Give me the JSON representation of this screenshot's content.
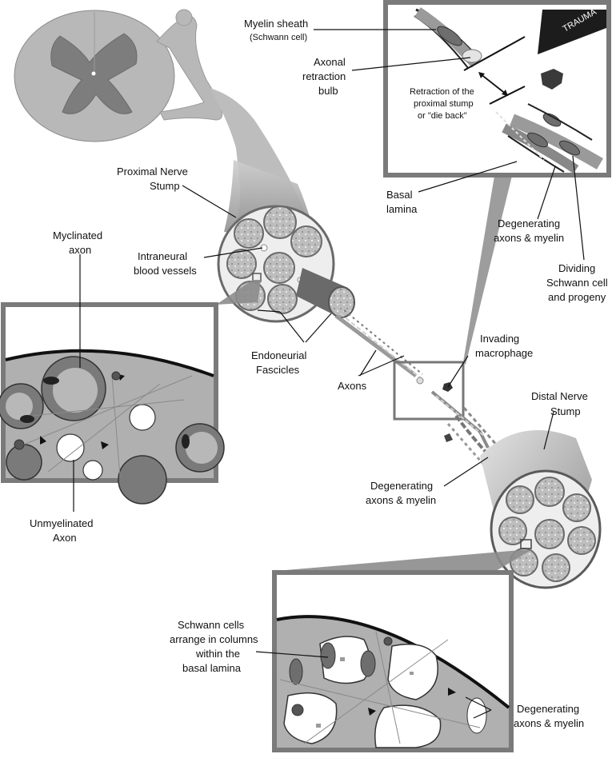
{
  "labels": {
    "myelin_sheath": "Myelin sheath",
    "schwann_cell_paren": "(Schwann cell)",
    "axonal_l1": "Axonal",
    "axonal_l2": "retraction",
    "axonal_l3": "bulb",
    "retraction_l1": "Retraction of the",
    "retraction_l2": "proximal stump",
    "retraction_l3": "or \"die back\"",
    "trauma": "TRAUMA",
    "basal_l1": "Basal",
    "basal_l2": "lamina",
    "degen_top_l1": "Degenerating",
    "degen_top_l2": "axons & myelin",
    "dividing_l1": "Dividing",
    "dividing_l2": "Schwann cell",
    "dividing_l3": "and progeny",
    "proximal_l1": "Proximal Nerve",
    "proximal_l2": "Stump",
    "myelinated_l1": "Myclinated",
    "myelinated_l2": "axon",
    "intraneural_l1": "Intraneural",
    "intraneural_l2": "blood vessels",
    "endoneurial_l1": "Endoneurial",
    "endoneurial_l2": "Fascicles",
    "axons": "Axons",
    "invading_l1": "Invading",
    "invading_l2": "macrophage",
    "distal_l1": "Distal Nerve",
    "distal_l2": "Stump",
    "degen_mid_l1": "Degenerating",
    "degen_mid_l2": "axons & myelin",
    "unmyelinated_l1": "Unmyelinated",
    "unmyelinated_l2": "Axon",
    "schwann_col_l1": "Schwann cells",
    "schwann_col_l2": "arrange in columns",
    "schwann_col_l3": "within the",
    "schwann_col_l4": "basal lamina",
    "degen_bot_l1": "Degenerating",
    "degen_bot_l2": "axons & myelin"
  },
  "colors": {
    "nerve_gray": "#b4b4b4",
    "dark_gray": "#6e6e6e",
    "frame_gray": "#7a7a7a",
    "light_gray": "#d6d6d6",
    "ink": "#111111"
  }
}
